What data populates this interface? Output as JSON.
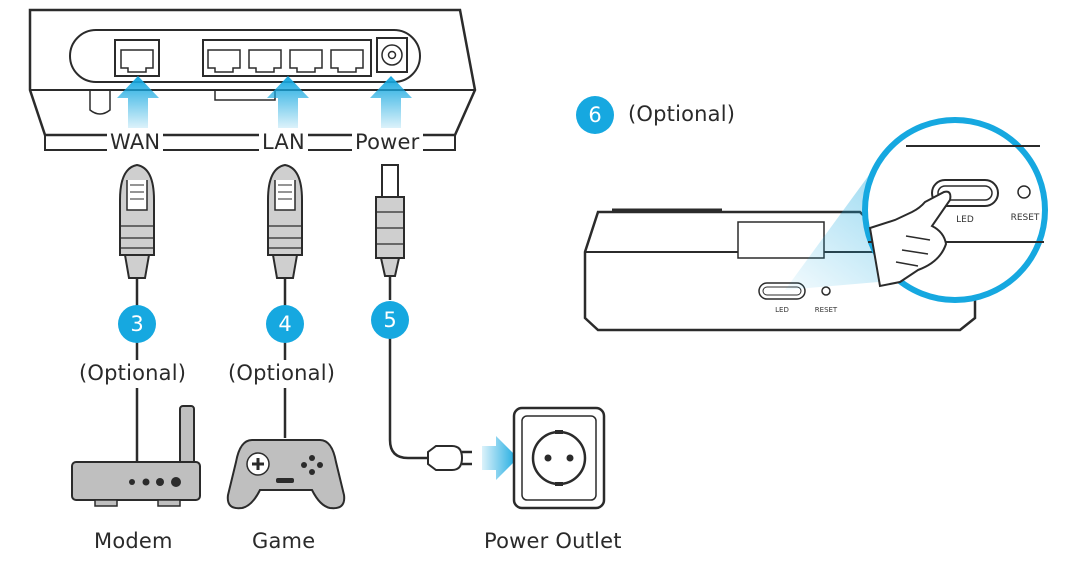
{
  "ports": {
    "wan": "WAN",
    "lan": "LAN",
    "power": "Power"
  },
  "steps": {
    "step3": "3",
    "step4": "4",
    "step5": "5",
    "step6": "6"
  },
  "optional_text": {
    "step3": "(Optional)",
    "step4": "(Optional)",
    "step6": "(Optional)"
  },
  "devices": {
    "modem": "Modem",
    "game": "Game",
    "outlet": "Power Outlet"
  },
  "buttons": {
    "led": "LED",
    "reset": "RESET"
  },
  "colors": {
    "step_badge": "#16a8e0",
    "arrow": "#16a8e0",
    "device_gray": "#bfbfbf",
    "outline": "#2b2b2b"
  }
}
